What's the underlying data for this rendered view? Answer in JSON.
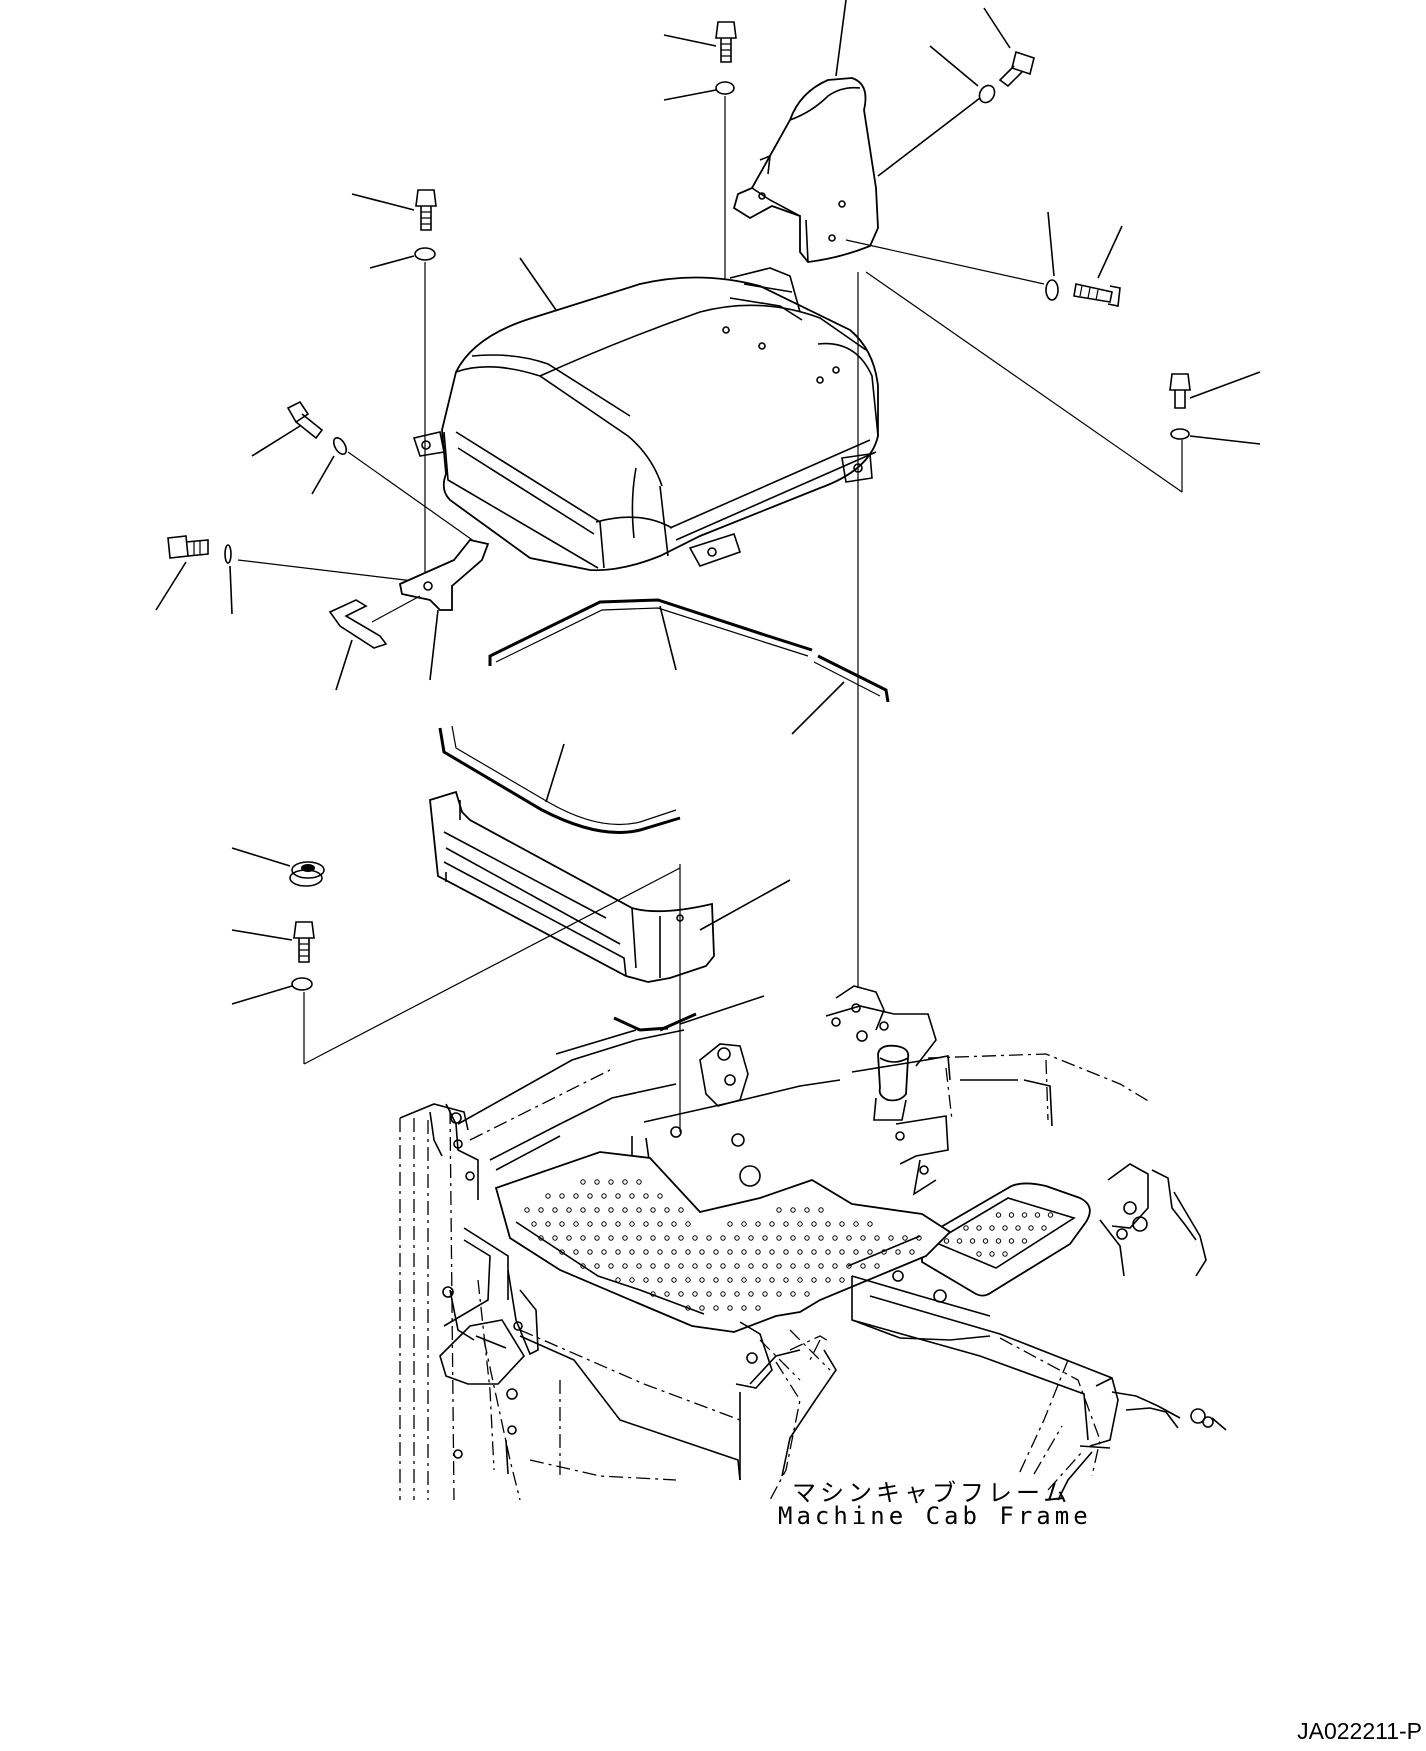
{
  "frame_label": {
    "japanese": "マシンキャブフレーム",
    "english": "Machine Cab Frame"
  },
  "drawing_code": "JA022211-P"
}
